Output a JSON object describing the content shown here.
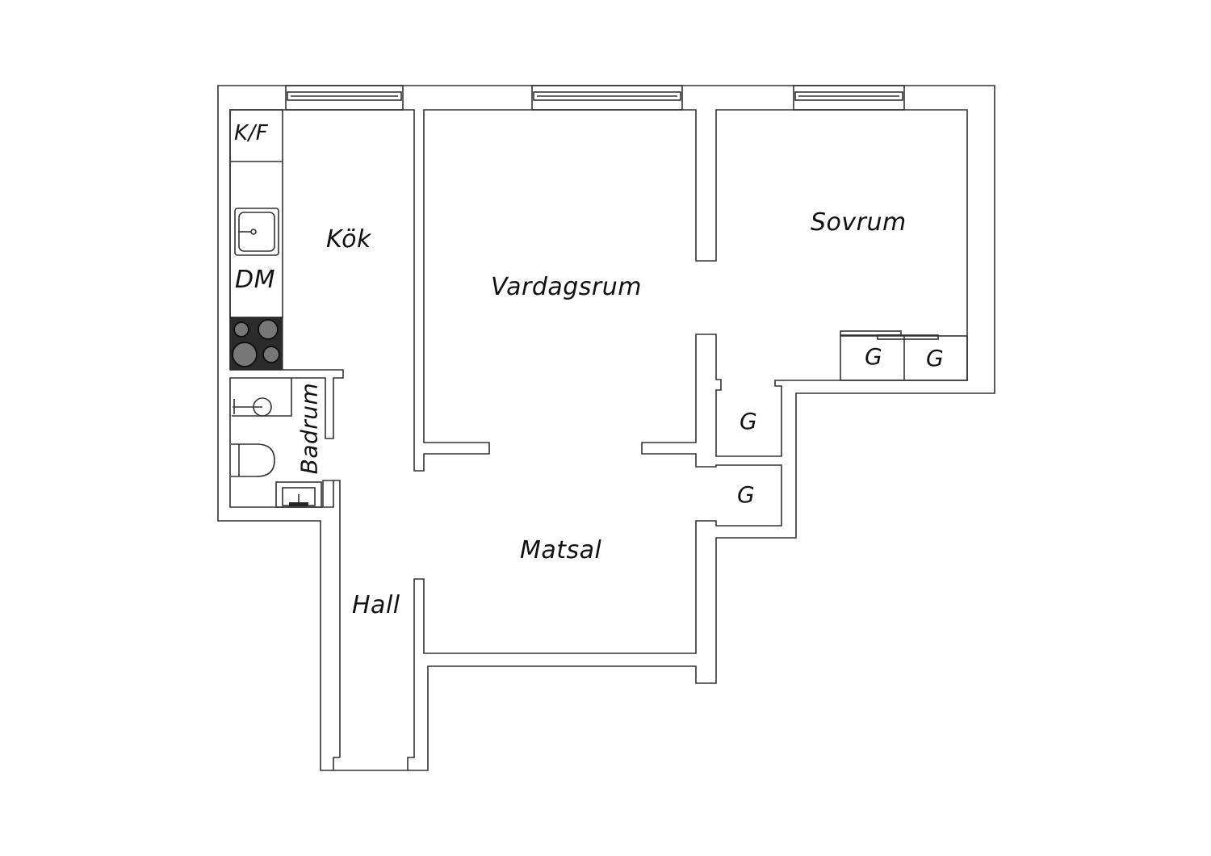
{
  "rooms": {
    "kitchen": "Kök",
    "living_room": "Vardagsrum",
    "bedroom": "Sovrum",
    "dining_room": "Matsal",
    "hall": "Hall",
    "bathroom": "Badrum",
    "wardrobe_1": "G",
    "wardrobe_2": "G",
    "wardrobe_3": "G",
    "wardrobe_4": "G"
  },
  "fixtures": {
    "fridge_freezer": "K/F",
    "dishwasher": "DM"
  },
  "colors": {
    "wall": "#333333",
    "stove": "#2b2b2b",
    "burner": "#777777"
  }
}
